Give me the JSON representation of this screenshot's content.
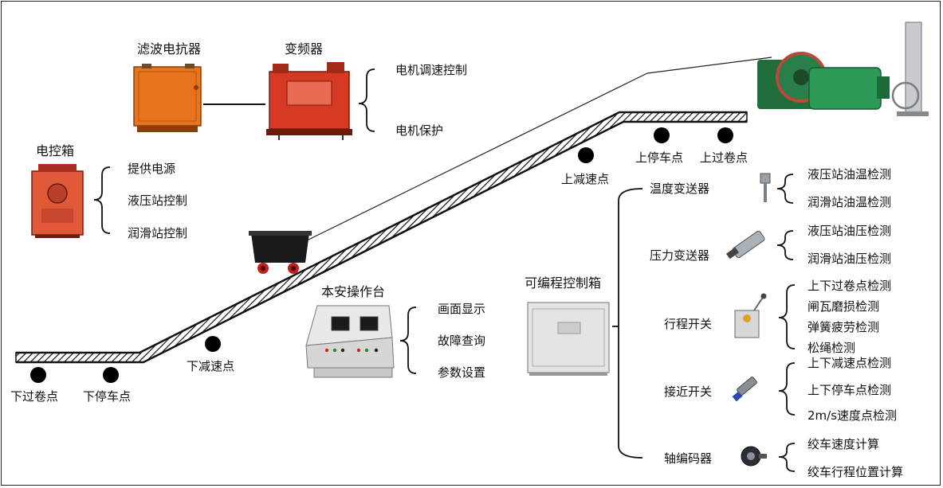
{
  "devices": {
    "filter_reactor": "滤波电抗器",
    "inverter": "变频器",
    "control_box": "电控箱",
    "console": "本安操作台",
    "plc_box": "可编程控制箱"
  },
  "inverter_functions": [
    "电机调速控制",
    "电机保护"
  ],
  "control_box_functions": [
    "提供电源",
    "液压站控制",
    "润滑站控制"
  ],
  "console_functions": [
    "画面显示",
    "故障查询",
    "参数设置"
  ],
  "track_points": {
    "lower_overwind": "下过卷点",
    "lower_stop": "下停车点",
    "lower_decel": "下减速点",
    "upper_decel": "上减速点",
    "upper_stop": "上停车点",
    "upper_overwind": "上过卷点"
  },
  "sensors": [
    {
      "name": "温度变送器",
      "detections": [
        "液压站油温检测",
        "润滑站油温检测"
      ]
    },
    {
      "name": "压力变送器",
      "detections": [
        "液压站油压检测",
        "润滑站油压检测"
      ]
    },
    {
      "name": "行程开关",
      "detections": [
        "上下过卷点检测",
        "闸瓦磨损检测",
        "弹簧疲劳检测",
        "松绳检测"
      ]
    },
    {
      "name": "接近开关",
      "detections": [
        "上下减速点检测",
        "上下停车点检测",
        "2m/s速度点检测"
      ]
    },
    {
      "name": "轴编码器",
      "detections": [
        "绞车速度计算",
        "绞车行程位置计算"
      ]
    }
  ]
}
